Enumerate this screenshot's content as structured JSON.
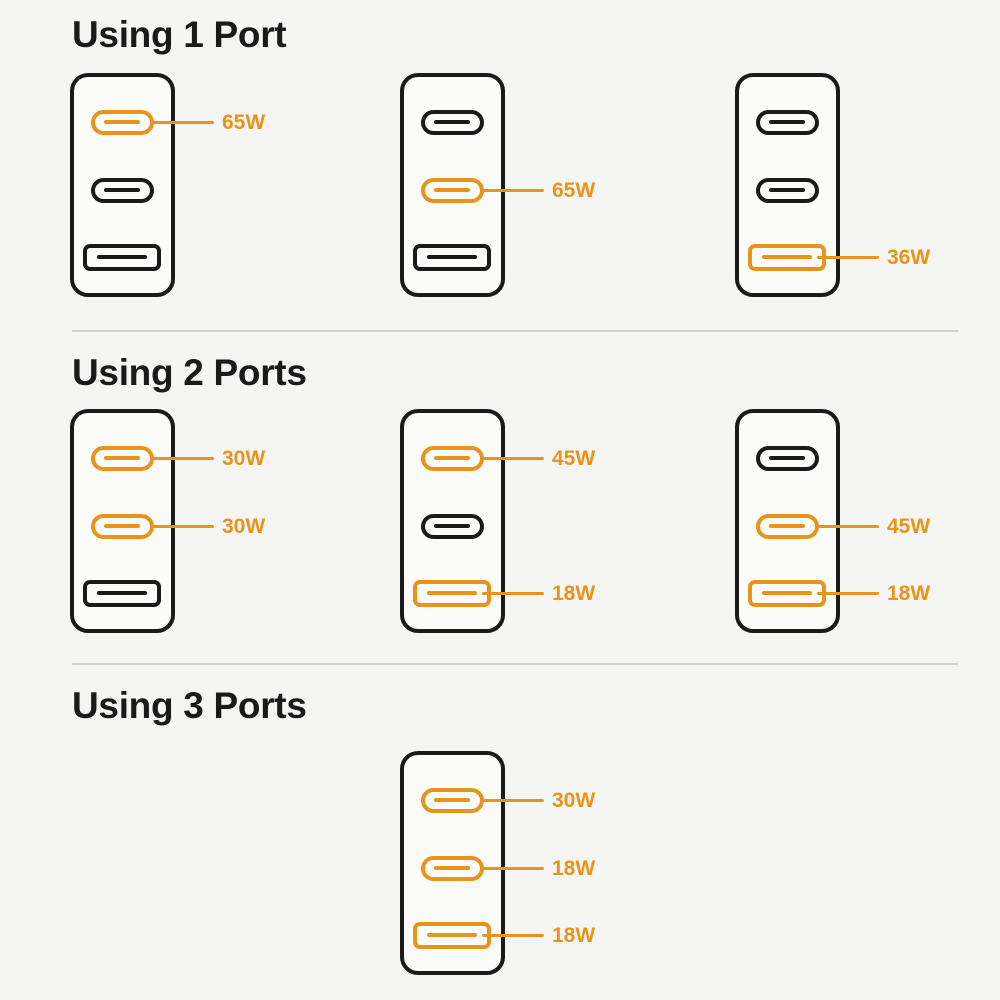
{
  "theme": {
    "background": "#f5f5f4",
    "ink": "#1a1a1a",
    "accent": "#e8941a",
    "divider": "#cfcfcf"
  },
  "sections": [
    {
      "id": "using-1-port",
      "title": "Using 1 Port",
      "has_divider": true,
      "chargers": [
        {
          "id": "charger-1a",
          "ports": [
            {
              "type": "usb-c",
              "active": true,
              "label": "65W"
            },
            {
              "type": "usb-c",
              "active": false,
              "label": ""
            },
            {
              "type": "usb-a",
              "active": false,
              "label": ""
            }
          ]
        },
        {
          "id": "charger-1b",
          "ports": [
            {
              "type": "usb-c",
              "active": false,
              "label": ""
            },
            {
              "type": "usb-c",
              "active": true,
              "label": "65W"
            },
            {
              "type": "usb-a",
              "active": false,
              "label": ""
            }
          ]
        },
        {
          "id": "charger-1c",
          "ports": [
            {
              "type": "usb-c",
              "active": false,
              "label": ""
            },
            {
              "type": "usb-c",
              "active": false,
              "label": ""
            },
            {
              "type": "usb-a",
              "active": true,
              "label": "36W"
            }
          ]
        }
      ]
    },
    {
      "id": "using-2-ports",
      "title": "Using 2 Ports",
      "has_divider": true,
      "chargers": [
        {
          "id": "charger-2a",
          "ports": [
            {
              "type": "usb-c",
              "active": true,
              "label": "30W"
            },
            {
              "type": "usb-c",
              "active": true,
              "label": "30W"
            },
            {
              "type": "usb-a",
              "active": false,
              "label": ""
            }
          ]
        },
        {
          "id": "charger-2b",
          "ports": [
            {
              "type": "usb-c",
              "active": true,
              "label": "45W"
            },
            {
              "type": "usb-c",
              "active": false,
              "label": ""
            },
            {
              "type": "usb-a",
              "active": true,
              "label": "18W"
            }
          ]
        },
        {
          "id": "charger-2c",
          "ports": [
            {
              "type": "usb-c",
              "active": false,
              "label": ""
            },
            {
              "type": "usb-c",
              "active": true,
              "label": "45W"
            },
            {
              "type": "usb-a",
              "active": true,
              "label": "18W"
            }
          ]
        }
      ]
    },
    {
      "id": "using-3-ports",
      "title": "Using 3 Ports",
      "has_divider": false,
      "chargers": [
        {
          "id": "charger-3b",
          "ports": [
            {
              "type": "usb-c",
              "active": true,
              "label": "30W"
            },
            {
              "type": "usb-c",
              "active": true,
              "label": "18W"
            },
            {
              "type": "usb-a",
              "active": true,
              "label": "18W"
            }
          ]
        }
      ]
    }
  ]
}
